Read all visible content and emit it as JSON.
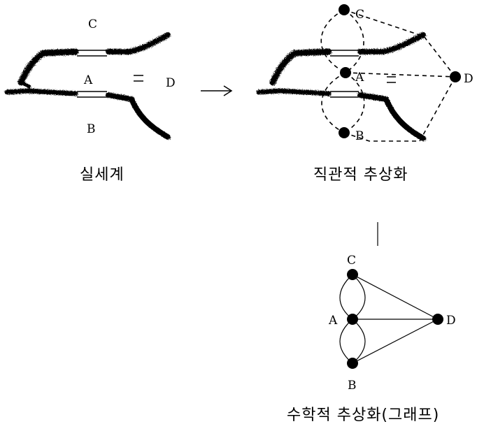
{
  "panels": {
    "real_world": {
      "caption": "실세계",
      "labels": {
        "c": "C",
        "a": "A",
        "d": "D",
        "b": "B"
      }
    },
    "intuitive": {
      "caption": "직관적 추상화",
      "labels": {
        "c": "C",
        "a": "A",
        "d": "D",
        "b": "B"
      }
    },
    "math": {
      "caption": "수학적 추상화(그래프)",
      "labels": {
        "c": "C",
        "a": "A",
        "d": "D",
        "b": "B"
      }
    }
  },
  "graph": {
    "nodes": [
      "A",
      "B",
      "C",
      "D"
    ],
    "edges": [
      [
        "A",
        "C"
      ],
      [
        "A",
        "C"
      ],
      [
        "A",
        "B"
      ],
      [
        "A",
        "B"
      ],
      [
        "A",
        "D"
      ],
      [
        "C",
        "D"
      ],
      [
        "B",
        "D"
      ]
    ]
  },
  "colors": {
    "ink": "#000000",
    "background": "#ffffff"
  }
}
